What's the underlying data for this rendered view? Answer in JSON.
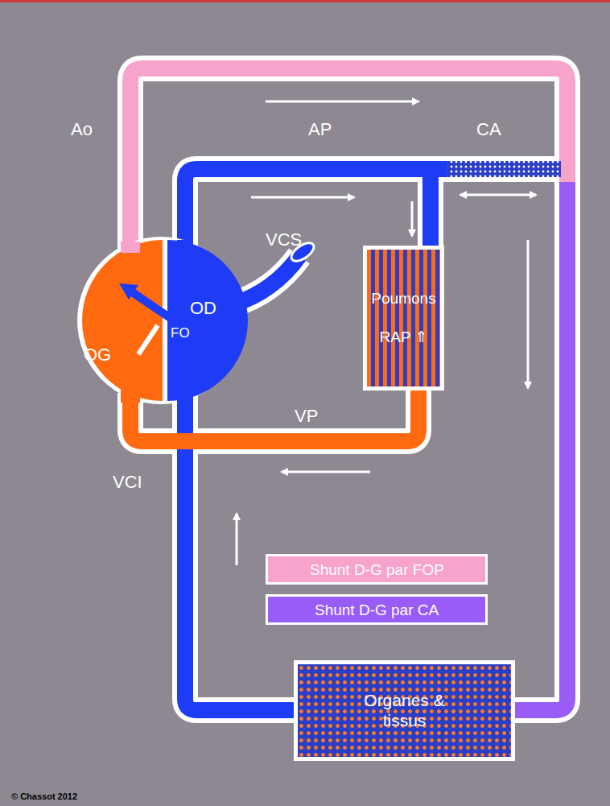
{
  "diagram": {
    "nodes": [
      {
        "text": [
          "Poumons",
          "RAP ⇑"
        ]
      },
      {
        "text": [
          "Organes & tissus"
        ]
      }
    ],
    "labels": [
      "Ao",
      "AP",
      "CA",
      "VCS",
      "OD",
      "FO",
      "OG",
      "VP",
      "VCI",
      "© Chassot 2012"
    ],
    "legend": [
      {
        "text": "Shunt D-G par FOP",
        "color": "#f7a3cb"
      },
      {
        "text": "Shunt D-G par CA",
        "color": "#9a5cf7"
      }
    ]
  }
}
